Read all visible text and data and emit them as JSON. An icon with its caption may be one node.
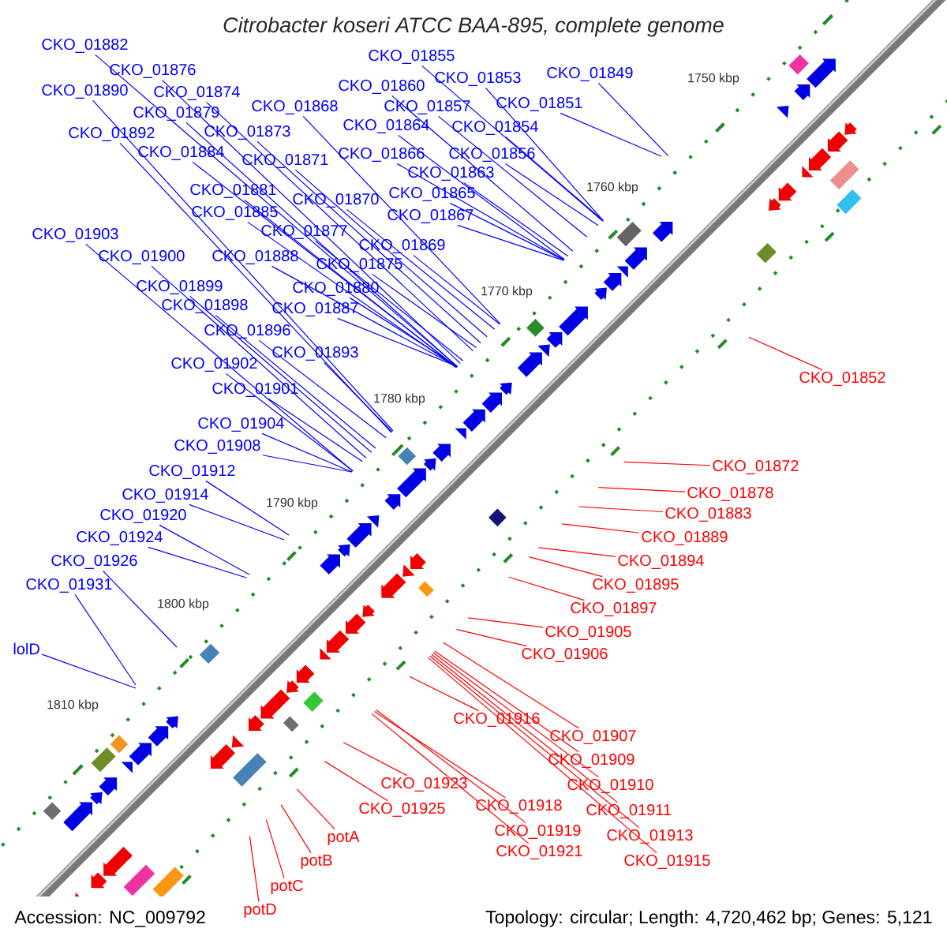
{
  "diagram": {
    "title": "Citrobacter koseri ATCC BAA-895, complete genome",
    "nodes": [
      {
        "text": [
          "CKO_01882"
        ]
      },
      {
        "text": [
          "CKO_01876"
        ]
      },
      {
        "text": [
          "CKO_01890"
        ]
      },
      {
        "text": [
          "CKO_01874"
        ]
      },
      {
        "text": [
          "CKO_01868"
        ]
      },
      {
        "text": [
          "CKO_01879"
        ]
      },
      {
        "text": [
          "CKO_01873"
        ]
      },
      {
        "text": [
          "CKO_01892"
        ]
      },
      {
        "text": [
          "CKO_01884"
        ]
      },
      {
        "text": [
          "CKO_01871"
        ]
      },
      {
        "text": [
          "CKO_01881"
        ]
      },
      {
        "text": [
          "CKO_01870"
        ]
      },
      {
        "text": [
          "CKO_01885"
        ]
      },
      {
        "text": [
          "CKO_01877"
        ]
      },
      {
        "text": [
          "CKO_01903"
        ]
      },
      {
        "text": [
          "CKO_01869"
        ]
      },
      {
        "text": [
          "CKO_01900"
        ]
      },
      {
        "text": [
          "CKO_01888"
        ]
      },
      {
        "text": [
          "CKO_01875"
        ]
      },
      {
        "text": [
          "CKO_01899"
        ]
      },
      {
        "text": [
          "CKO_01880"
        ]
      },
      {
        "text": [
          "CKO_01898"
        ]
      },
      {
        "text": [
          "CKO_01887"
        ]
      },
      {
        "text": [
          "CKO_01855"
        ]
      },
      {
        "text": [
          "CKO_01849"
        ]
      },
      {
        "text": [
          "CKO_01853"
        ]
      },
      {
        "text": [
          "CKO_01860"
        ]
      },
      {
        "text": [
          "CKO_01851"
        ]
      },
      {
        "text": [
          "CKO_01857"
        ]
      },
      {
        "text": [
          "CKO_01864"
        ]
      },
      {
        "text": [
          "CKO_01854"
        ]
      },
      {
        "text": [
          "CKO_01866"
        ]
      },
      {
        "text": [
          "CKO_01856"
        ]
      },
      {
        "text": [
          "CKO_01863"
        ]
      },
      {
        "text": [
          "CKO_01865"
        ]
      },
      {
        "text": [
          "CKO_01867"
        ]
      },
      {
        "text": [
          "CKO_01896"
        ]
      },
      {
        "text": [
          "CKO_01893"
        ]
      },
      {
        "text": [
          "CKO_01902"
        ]
      },
      {
        "text": [
          "CKO_01901"
        ]
      },
      {
        "text": [
          "CKO_01904"
        ]
      },
      {
        "text": [
          "CKO_01908"
        ]
      },
      {
        "text": [
          "CKO_01912"
        ]
      },
      {
        "text": [
          "CKO_01914"
        ]
      },
      {
        "text": [
          "CKO_01920"
        ]
      },
      {
        "text": [
          "CKO_01924"
        ]
      },
      {
        "text": [
          "CKO_01926"
        ]
      },
      {
        "text": [
          "CKO_01931"
        ]
      },
      {
        "text": [
          "lolD"
        ]
      },
      {
        "text": [
          "CKO_01852"
        ]
      },
      {
        "text": [
          "CKO_01872"
        ]
      },
      {
        "text": [
          "CKO_01878"
        ]
      },
      {
        "text": [
          "CKO_01883"
        ]
      },
      {
        "text": [
          "CKO_01889"
        ]
      },
      {
        "text": [
          "CKO_01894"
        ]
      },
      {
        "text": [
          "CKO_01895"
        ]
      },
      {
        "text": [
          "CKO_01897"
        ]
      },
      {
        "text": [
          "CKO_01905"
        ]
      },
      {
        "text": [
          "CKO_01906"
        ]
      },
      {
        "text": [
          "CKO_01916"
        ]
      },
      {
        "text": [
          "CKO_01907"
        ]
      },
      {
        "text": [
          "CKO_01909"
        ]
      },
      {
        "text": [
          "CKO_01923"
        ]
      },
      {
        "text": [
          "CKO_01910"
        ]
      },
      {
        "text": [
          "CKO_01918"
        ]
      },
      {
        "text": [
          "CKO_01925"
        ]
      },
      {
        "text": [
          "CKO_01911"
        ]
      },
      {
        "text": [
          "CKO_01919"
        ]
      },
      {
        "text": [
          "CKO_01913"
        ]
      },
      {
        "text": [
          "potA"
        ]
      },
      {
        "text": [
          "CKO_01921"
        ]
      },
      {
        "text": [
          "CKO_01915"
        ]
      },
      {
        "text": [
          "potB"
        ]
      },
      {
        "text": [
          "potC"
        ]
      },
      {
        "text": [
          "potD"
        ]
      }
    ],
    "edges": [
      {
        "from": 0,
        "to": null,
        "arrow": "none"
      },
      {
        "from": 1,
        "to": null,
        "arrow": "none"
      },
      {
        "from": 2,
        "to": null,
        "arrow": "none"
      },
      {
        "from": 3,
        "to": null,
        "arrow": "none"
      },
      {
        "from": 4,
        "to": null,
        "arrow": "none"
      },
      {
        "from": 5,
        "to": null,
        "arrow": "none"
      },
      {
        "from": 6,
        "to": null,
        "arrow": "none"
      },
      {
        "from": 7,
        "to": null,
        "arrow": "none"
      },
      {
        "from": 8,
        "to": null,
        "arrow": "none"
      },
      {
        "from": 9,
        "to": null,
        "arrow": "none"
      },
      {
        "from": 10,
        "to": null,
        "arrow": "none"
      },
      {
        "from": 11,
        "to": null,
        "arrow": "none"
      },
      {
        "from": 12,
        "to": null,
        "arrow": "none"
      },
      {
        "from": 13,
        "to": null,
        "arrow": "none"
      },
      {
        "from": 14,
        "to": null,
        "arrow": "none"
      },
      {
        "from": 15,
        "to": null,
        "arrow": "none"
      },
      {
        "from": 16,
        "to": null,
        "arrow": "none"
      },
      {
        "from": 17,
        "to": null,
        "arrow": "none"
      },
      {
        "from": 18,
        "to": null,
        "arrow": "none"
      },
      {
        "from": 19,
        "to": null,
        "arrow": "none"
      },
      {
        "from": 20,
        "to": null,
        "arrow": "none"
      },
      {
        "from": 21,
        "to": null,
        "arrow": "none"
      },
      {
        "from": 22,
        "to": null,
        "arrow": "none"
      },
      {
        "from": 23,
        "to": null,
        "arrow": "none"
      },
      {
        "from": 24,
        "to": null,
        "arrow": "none"
      },
      {
        "from": 25,
        "to": null,
        "arrow": "none"
      },
      {
        "from": 26,
        "to": null,
        "arrow": "none"
      },
      {
        "from": 27,
        "to": null,
        "arrow": "none"
      },
      {
        "from": 28,
        "to": null,
        "arrow": "none"
      },
      {
        "from": 29,
        "to": null,
        "arrow": "none"
      },
      {
        "from": 30,
        "to": null,
        "arrow": "none"
      },
      {
        "from": 31,
        "to": null,
        "arrow": "none"
      },
      {
        "from": 32,
        "to": null,
        "arrow": "none"
      },
      {
        "from": 33,
        "to": null,
        "arrow": "none"
      },
      {
        "from": 34,
        "to": null,
        "arrow": "none"
      },
      {
        "from": 35,
        "to": null,
        "arrow": "none"
      },
      {
        "from": 36,
        "to": null,
        "arrow": "none"
      },
      {
        "from": 37,
        "to": null,
        "arrow": "none"
      },
      {
        "from": 38,
        "to": null,
        "arrow": "none"
      },
      {
        "from": 39,
        "to": null,
        "arrow": "none"
      },
      {
        "from": 40,
        "to": null,
        "arrow": "none"
      },
      {
        "from": 41,
        "to": null,
        "arrow": "none"
      },
      {
        "from": 42,
        "to": null,
        "arrow": "none"
      },
      {
        "from": 43,
        "to": null,
        "arrow": "none"
      },
      {
        "from": 44,
        "to": null,
        "arrow": "none"
      },
      {
        "from": 45,
        "to": null,
        "arrow": "none"
      },
      {
        "from": 46,
        "to": null,
        "arrow": "none"
      },
      {
        "from": 47,
        "to": null,
        "arrow": "none"
      },
      {
        "from": 48,
        "to": null,
        "arrow": "none"
      },
      {
        "from": 49,
        "to": null,
        "arrow": "none",
        "color": "#ff0000"
      },
      {
        "from": 50,
        "to": null,
        "arrow": "none",
        "color": "#ff0000"
      },
      {
        "from": 51,
        "to": null,
        "arrow": "none",
        "color": "#ff0000"
      },
      {
        "from": 52,
        "to": null,
        "arrow": "none",
        "color": "#ff0000"
      },
      {
        "from": 53,
        "to": null,
        "arrow": "none",
        "color": "#ff0000"
      },
      {
        "from": 54,
        "to": null,
        "arrow": "none",
        "color": "#ff0000"
      },
      {
        "from": 55,
        "to": null,
        "arrow": "none",
        "color": "#ff0000"
      },
      {
        "from": 56,
        "to": null,
        "arrow": "none",
        "color": "#ff0000"
      },
      {
        "from": 57,
        "to": null,
        "arrow": "none",
        "color": "#ff0000"
      },
      {
        "from": 58,
        "to": null,
        "arrow": "none",
        "color": "#ff0000"
      },
      {
        "from": 59,
        "to": null,
        "arrow": "none",
        "color": "#ff0000"
      },
      {
        "from": 60,
        "to": null,
        "arrow": "none",
        "color": "#ff0000"
      },
      {
        "from": 61,
        "to": null,
        "arrow": "none",
        "color": "#ff0000"
      },
      {
        "from": 62,
        "to": null,
        "arrow": "none",
        "color": "#ff0000"
      },
      {
        "from": 63,
        "to": null,
        "arrow": "none",
        "color": "#ff0000"
      },
      {
        "from": 64,
        "to": null,
        "arrow": "none",
        "color": "#ff0000"
      },
      {
        "from": 65,
        "to": null,
        "arrow": "none",
        "color": "#ff0000"
      },
      {
        "from": 66,
        "to": null,
        "arrow": "none",
        "color": "#ff0000"
      },
      {
        "from": 67,
        "to": null,
        "arrow": "none",
        "color": "#ff0000"
      },
      {
        "from": 68,
        "to": null,
        "arrow": "none",
        "color": "#ff0000"
      },
      {
        "from": 69,
        "to": null,
        "arrow": "none",
        "color": "#ff0000"
      },
      {
        "from": 70,
        "to": null,
        "arrow": "none",
        "color": "#ff0000"
      },
      {
        "from": 71,
        "to": null,
        "arrow": "none",
        "color": "#ff0000"
      },
      {
        "from": 72,
        "to": null,
        "arrow": "none",
        "color": "#ff0000"
      },
      {
        "from": 73,
        "to": null,
        "arrow": "none",
        "color": "#ff0000"
      },
      {
        "from": 74,
        "to": null,
        "arrow": "none",
        "color": "#ff0000"
      }
    ],
    "labels": [
      "1750 kbp",
      "1760 kbp",
      "1770 kbp",
      "1780 kbp",
      "1790 kbp",
      "1800 kbp",
      "1810 kbp",
      "Accession: NC_009792",
      "Topology: circular; Length: 4,720,462 bp; Genes: 5,121"
    ]
  }
}
